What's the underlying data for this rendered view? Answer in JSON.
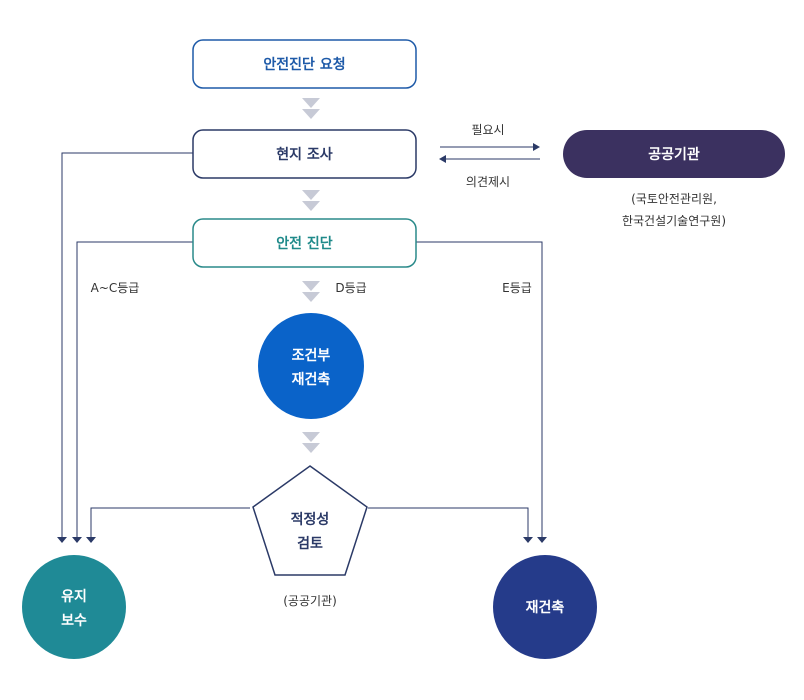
{
  "nodes": {
    "request": "안전진단 요청",
    "survey": "현지 조사",
    "diagnosis": "안전 진단",
    "public_agency": "공공기관",
    "public_agency_note_line1": "(국토안전관리원,",
    "public_agency_note_line2": "한국건설기술연구원)",
    "conditional_line1": "조건부",
    "conditional_line2": "재건축",
    "review_line1": "적정성",
    "review_line2": "검토",
    "review_note": "(공공기관)",
    "maintain_line1": "유지",
    "maintain_line2": "보수",
    "rebuild": "재건축"
  },
  "edges": {
    "if_needed": "필요시",
    "opinion": "의견제시",
    "grade_ac": "A~C등급",
    "grade_d": "D등급",
    "grade_e": "E등급"
  },
  "colors": {
    "request_border": "#1e5aa8",
    "request_text": "#1e5aa8",
    "survey_border": "#2b3a67",
    "diagnosis_border": "#2a8a8a",
    "diagnosis_text": "#1f8a8a",
    "public_agency_fill": "#3b3160",
    "conditional_fill": "#0a63c9",
    "maintain_fill": "#1f8a96",
    "rebuild_fill": "#253b8a",
    "line": "#2b3a67",
    "chevron": "#c7cad6"
  }
}
